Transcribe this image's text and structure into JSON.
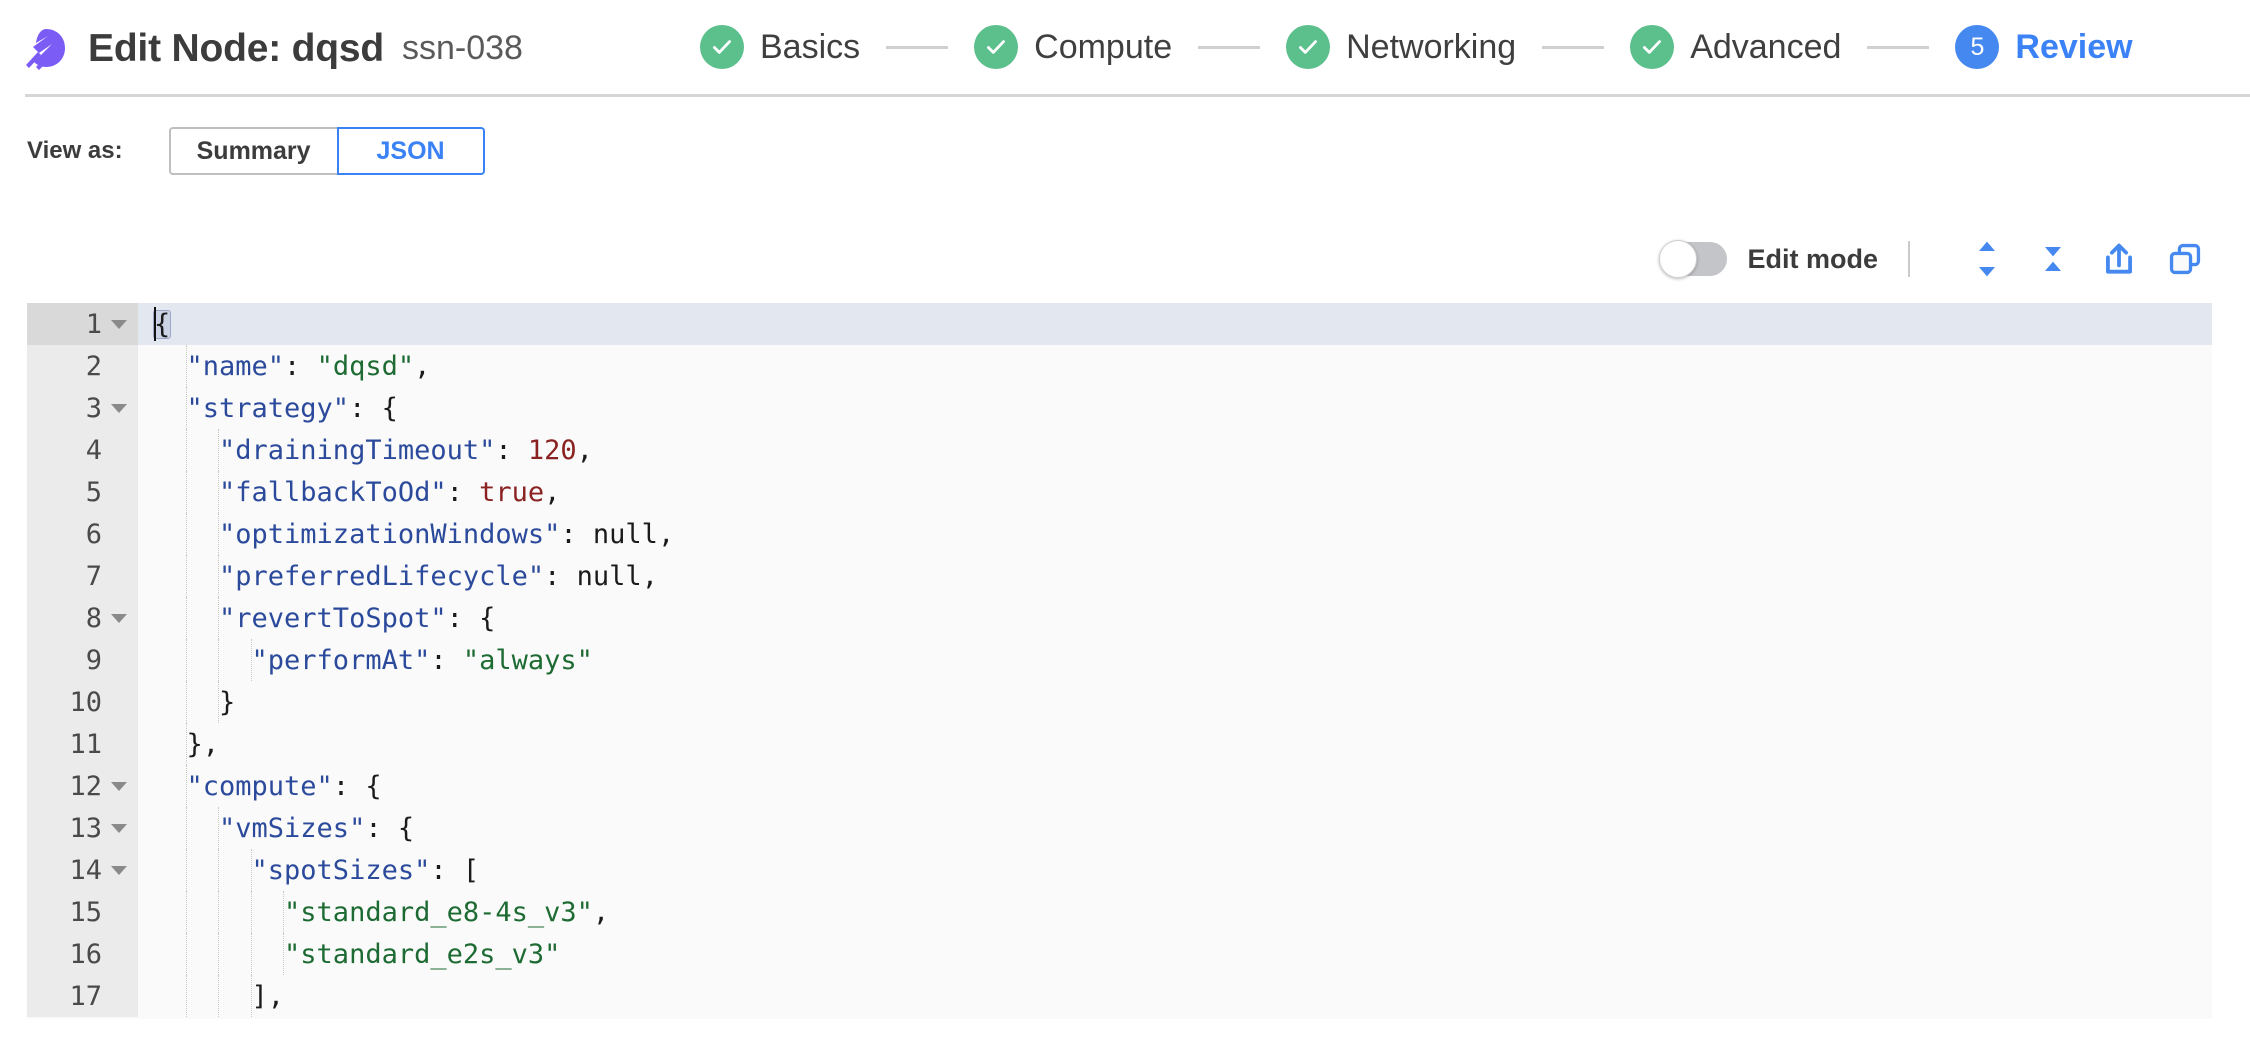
{
  "header": {
    "logo_icon": "spot-logo-icon",
    "title": "Edit Node: dqsd",
    "subtitle": "ssn-038"
  },
  "stepper": {
    "steps": [
      {
        "index": "1",
        "label": "Basics",
        "state": "done",
        "badge": "check-icon"
      },
      {
        "index": "2",
        "label": "Compute",
        "state": "done",
        "badge": "check-icon"
      },
      {
        "index": "3",
        "label": "Networking",
        "state": "done",
        "badge": "check-icon"
      },
      {
        "index": "4",
        "label": "Advanced",
        "state": "done",
        "badge": "check-icon"
      },
      {
        "index": "5",
        "label": "Review",
        "state": "active",
        "badge": "5"
      }
    ],
    "active_color": "#3b82f6",
    "done_color": "#5cc08c"
  },
  "view_as": {
    "label": "View as:",
    "options": [
      {
        "label": "Summary",
        "selected": false
      },
      {
        "label": "JSON",
        "selected": true
      }
    ]
  },
  "editor_toolbar": {
    "edit_mode_label": "Edit mode",
    "edit_mode_on": false,
    "icons": [
      {
        "name": "expand-all-icon",
        "title": "Expand all"
      },
      {
        "name": "collapse-all-icon",
        "title": "Collapse all"
      },
      {
        "name": "share-export-icon",
        "title": "Export"
      },
      {
        "name": "copy-icon",
        "title": "Copy"
      }
    ],
    "icon_color": "#4589f0"
  },
  "code": {
    "active_line": 1,
    "lines": [
      {
        "no": "1",
        "fold": true,
        "indent": 0,
        "tokens": [
          {
            "t": "{",
            "c": "p",
            "hl": true
          }
        ]
      },
      {
        "no": "2",
        "fold": false,
        "indent": 1,
        "tokens": [
          {
            "t": "  \"name\"",
            "c": "k"
          },
          {
            "t": ": ",
            "c": "p"
          },
          {
            "t": "\"dqsd\"",
            "c": "s"
          },
          {
            "t": ",",
            "c": "p"
          }
        ]
      },
      {
        "no": "3",
        "fold": true,
        "indent": 1,
        "tokens": [
          {
            "t": "  \"strategy\"",
            "c": "k"
          },
          {
            "t": ": {",
            "c": "p"
          }
        ]
      },
      {
        "no": "4",
        "fold": false,
        "indent": 2,
        "tokens": [
          {
            "t": "    \"drainingTimeout\"",
            "c": "k"
          },
          {
            "t": ": ",
            "c": "p"
          },
          {
            "t": "120",
            "c": "n"
          },
          {
            "t": ",",
            "c": "p"
          }
        ]
      },
      {
        "no": "5",
        "fold": false,
        "indent": 2,
        "tokens": [
          {
            "t": "    \"fallbackToOd\"",
            "c": "k"
          },
          {
            "t": ": ",
            "c": "p"
          },
          {
            "t": "true",
            "c": "n"
          },
          {
            "t": ",",
            "c": "p"
          }
        ]
      },
      {
        "no": "6",
        "fold": false,
        "indent": 2,
        "tokens": [
          {
            "t": "    \"optimizationWindows\"",
            "c": "k"
          },
          {
            "t": ": ",
            "c": "p"
          },
          {
            "t": "null",
            "c": "p"
          },
          {
            "t": ",",
            "c": "p"
          }
        ]
      },
      {
        "no": "7",
        "fold": false,
        "indent": 2,
        "tokens": [
          {
            "t": "    \"preferredLifecycle\"",
            "c": "k"
          },
          {
            "t": ": ",
            "c": "p"
          },
          {
            "t": "null",
            "c": "p"
          },
          {
            "t": ",",
            "c": "p"
          }
        ]
      },
      {
        "no": "8",
        "fold": true,
        "indent": 2,
        "tokens": [
          {
            "t": "    \"revertToSpot\"",
            "c": "k"
          },
          {
            "t": ": {",
            "c": "p"
          }
        ]
      },
      {
        "no": "9",
        "fold": false,
        "indent": 3,
        "tokens": [
          {
            "t": "      \"performAt\"",
            "c": "k"
          },
          {
            "t": ": ",
            "c": "p"
          },
          {
            "t": "\"always\"",
            "c": "s"
          }
        ]
      },
      {
        "no": "10",
        "fold": false,
        "indent": 2,
        "tokens": [
          {
            "t": "    }",
            "c": "p"
          }
        ]
      },
      {
        "no": "11",
        "fold": false,
        "indent": 1,
        "tokens": [
          {
            "t": "  },",
            "c": "p"
          }
        ]
      },
      {
        "no": "12",
        "fold": true,
        "indent": 1,
        "tokens": [
          {
            "t": "  \"compute\"",
            "c": "k"
          },
          {
            "t": ": {",
            "c": "p"
          }
        ]
      },
      {
        "no": "13",
        "fold": true,
        "indent": 2,
        "tokens": [
          {
            "t": "    \"vmSizes\"",
            "c": "k"
          },
          {
            "t": ": {",
            "c": "p"
          }
        ]
      },
      {
        "no": "14",
        "fold": true,
        "indent": 3,
        "tokens": [
          {
            "t": "      \"spotSizes\"",
            "c": "k"
          },
          {
            "t": ": [",
            "c": "p"
          }
        ]
      },
      {
        "no": "15",
        "fold": false,
        "indent": 4,
        "tokens": [
          {
            "t": "        \"standard_e8-4s_v3\"",
            "c": "s"
          },
          {
            "t": ",",
            "c": "p"
          }
        ]
      },
      {
        "no": "16",
        "fold": false,
        "indent": 4,
        "tokens": [
          {
            "t": "        \"standard_e2s_v3\"",
            "c": "s"
          }
        ]
      },
      {
        "no": "17",
        "fold": false,
        "indent": 3,
        "tokens": [
          {
            "t": "      ],",
            "c": "p"
          }
        ]
      }
    ]
  }
}
